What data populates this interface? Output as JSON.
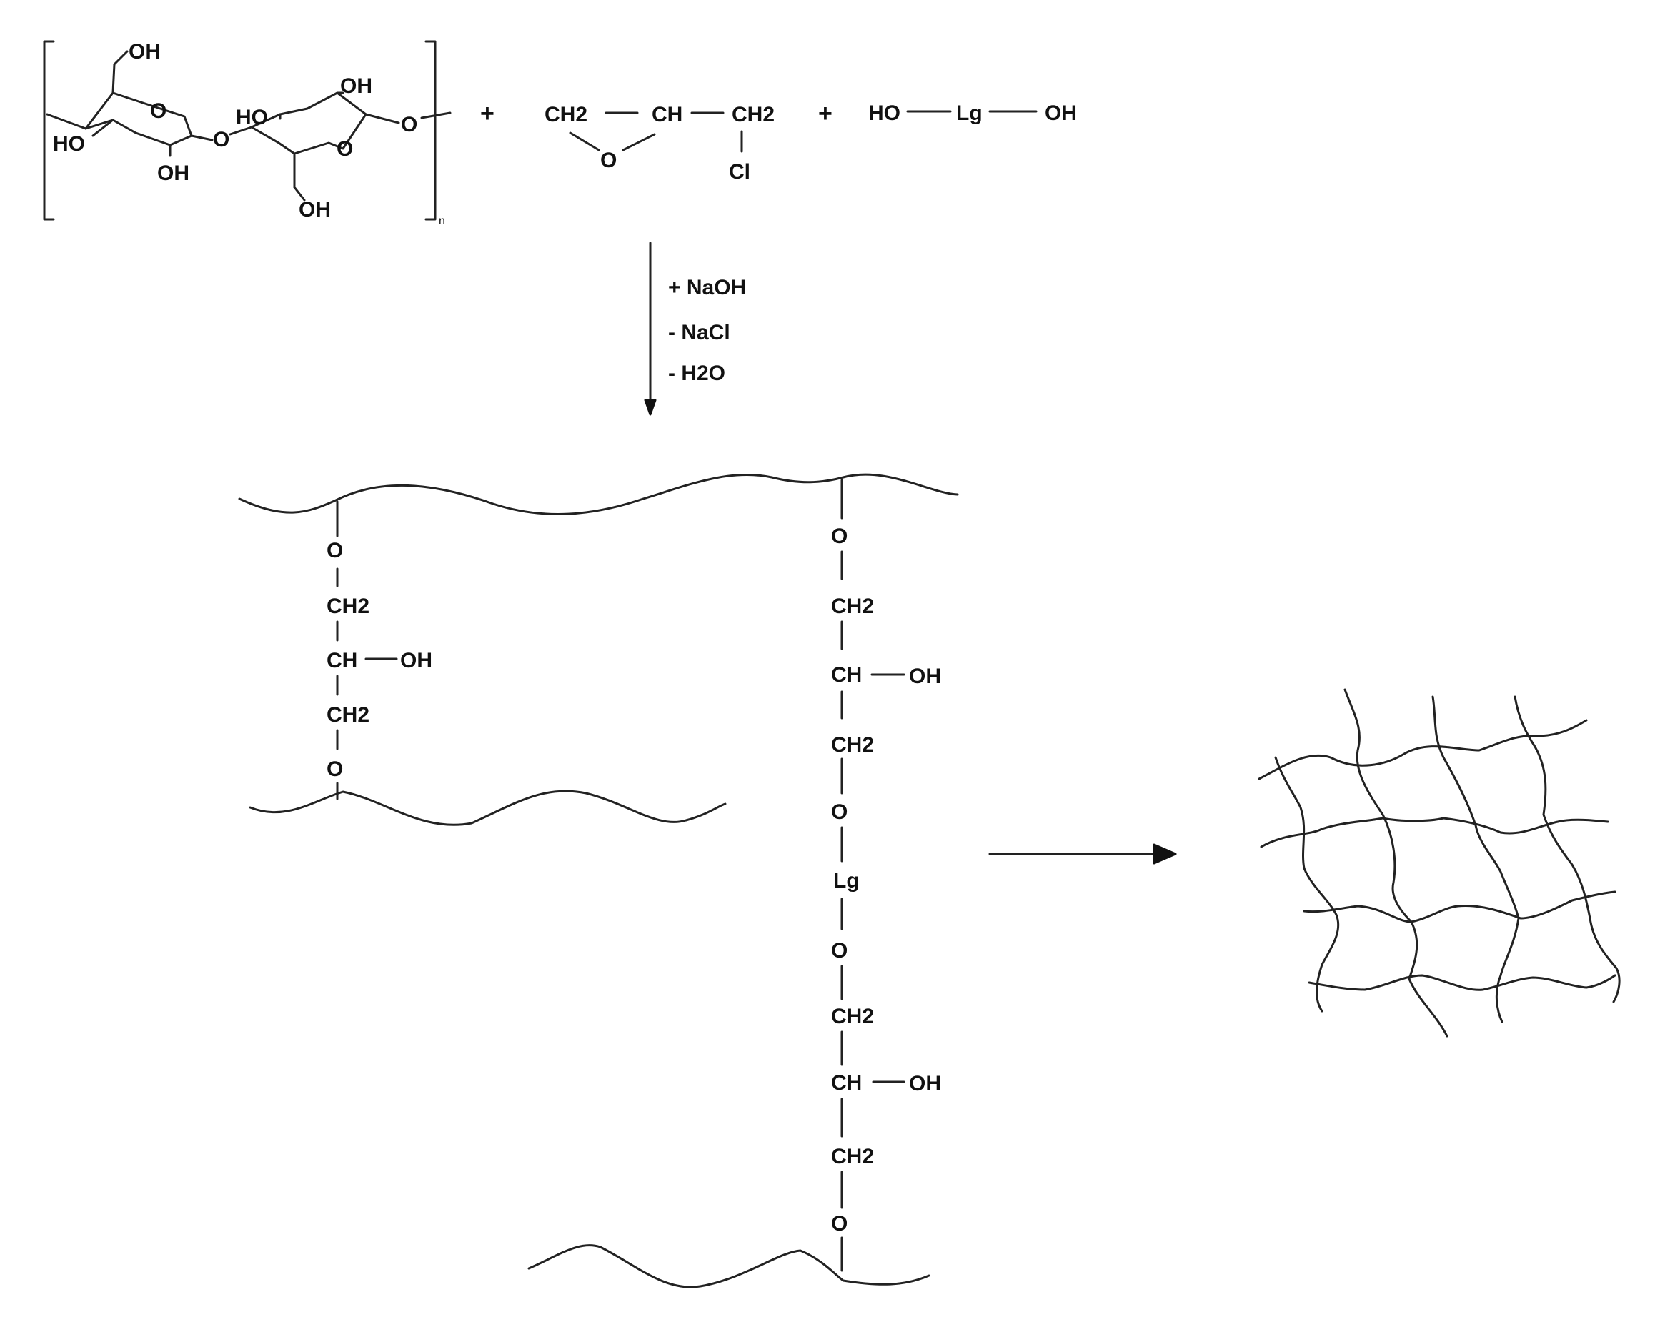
{
  "reactants": {
    "cellulose": {
      "ch2oh_top": "OH",
      "ring1_o": "O",
      "ring1_ho": "HO",
      "ring1_oh_bottom": "OH",
      "bridge_o": "O",
      "ring2_ho": "HO",
      "ring2_oh_top": "OH",
      "ring2_o": "O",
      "ring2_ch2oh_bottom": "OH",
      "chain_o": "O",
      "repeat_subscript": "n"
    },
    "plus1": "+",
    "epichlorohydrin": {
      "ch2_left": "CH2",
      "ch": "CH",
      "ch2_right": "CH2",
      "epoxide_o": "O",
      "cl": "Cl"
    },
    "plus2": "+",
    "lignin_diol": {
      "ho": "HO",
      "lg": "Lg",
      "oh": "OH"
    }
  },
  "conditions": {
    "add_naoh": "+ NaOH",
    "minus_nacl": "- NaCl",
    "minus_h2o": "- H2O"
  },
  "product": {
    "short_crosslink": [
      "O",
      "CH2",
      "CH",
      "OH",
      "CH2",
      "O"
    ],
    "long_crosslink": [
      "O",
      "CH2",
      "CH",
      "OH",
      "CH2",
      "O",
      "Lg",
      "O",
      "CH2",
      "CH",
      "OH",
      "CH2",
      "O"
    ]
  }
}
